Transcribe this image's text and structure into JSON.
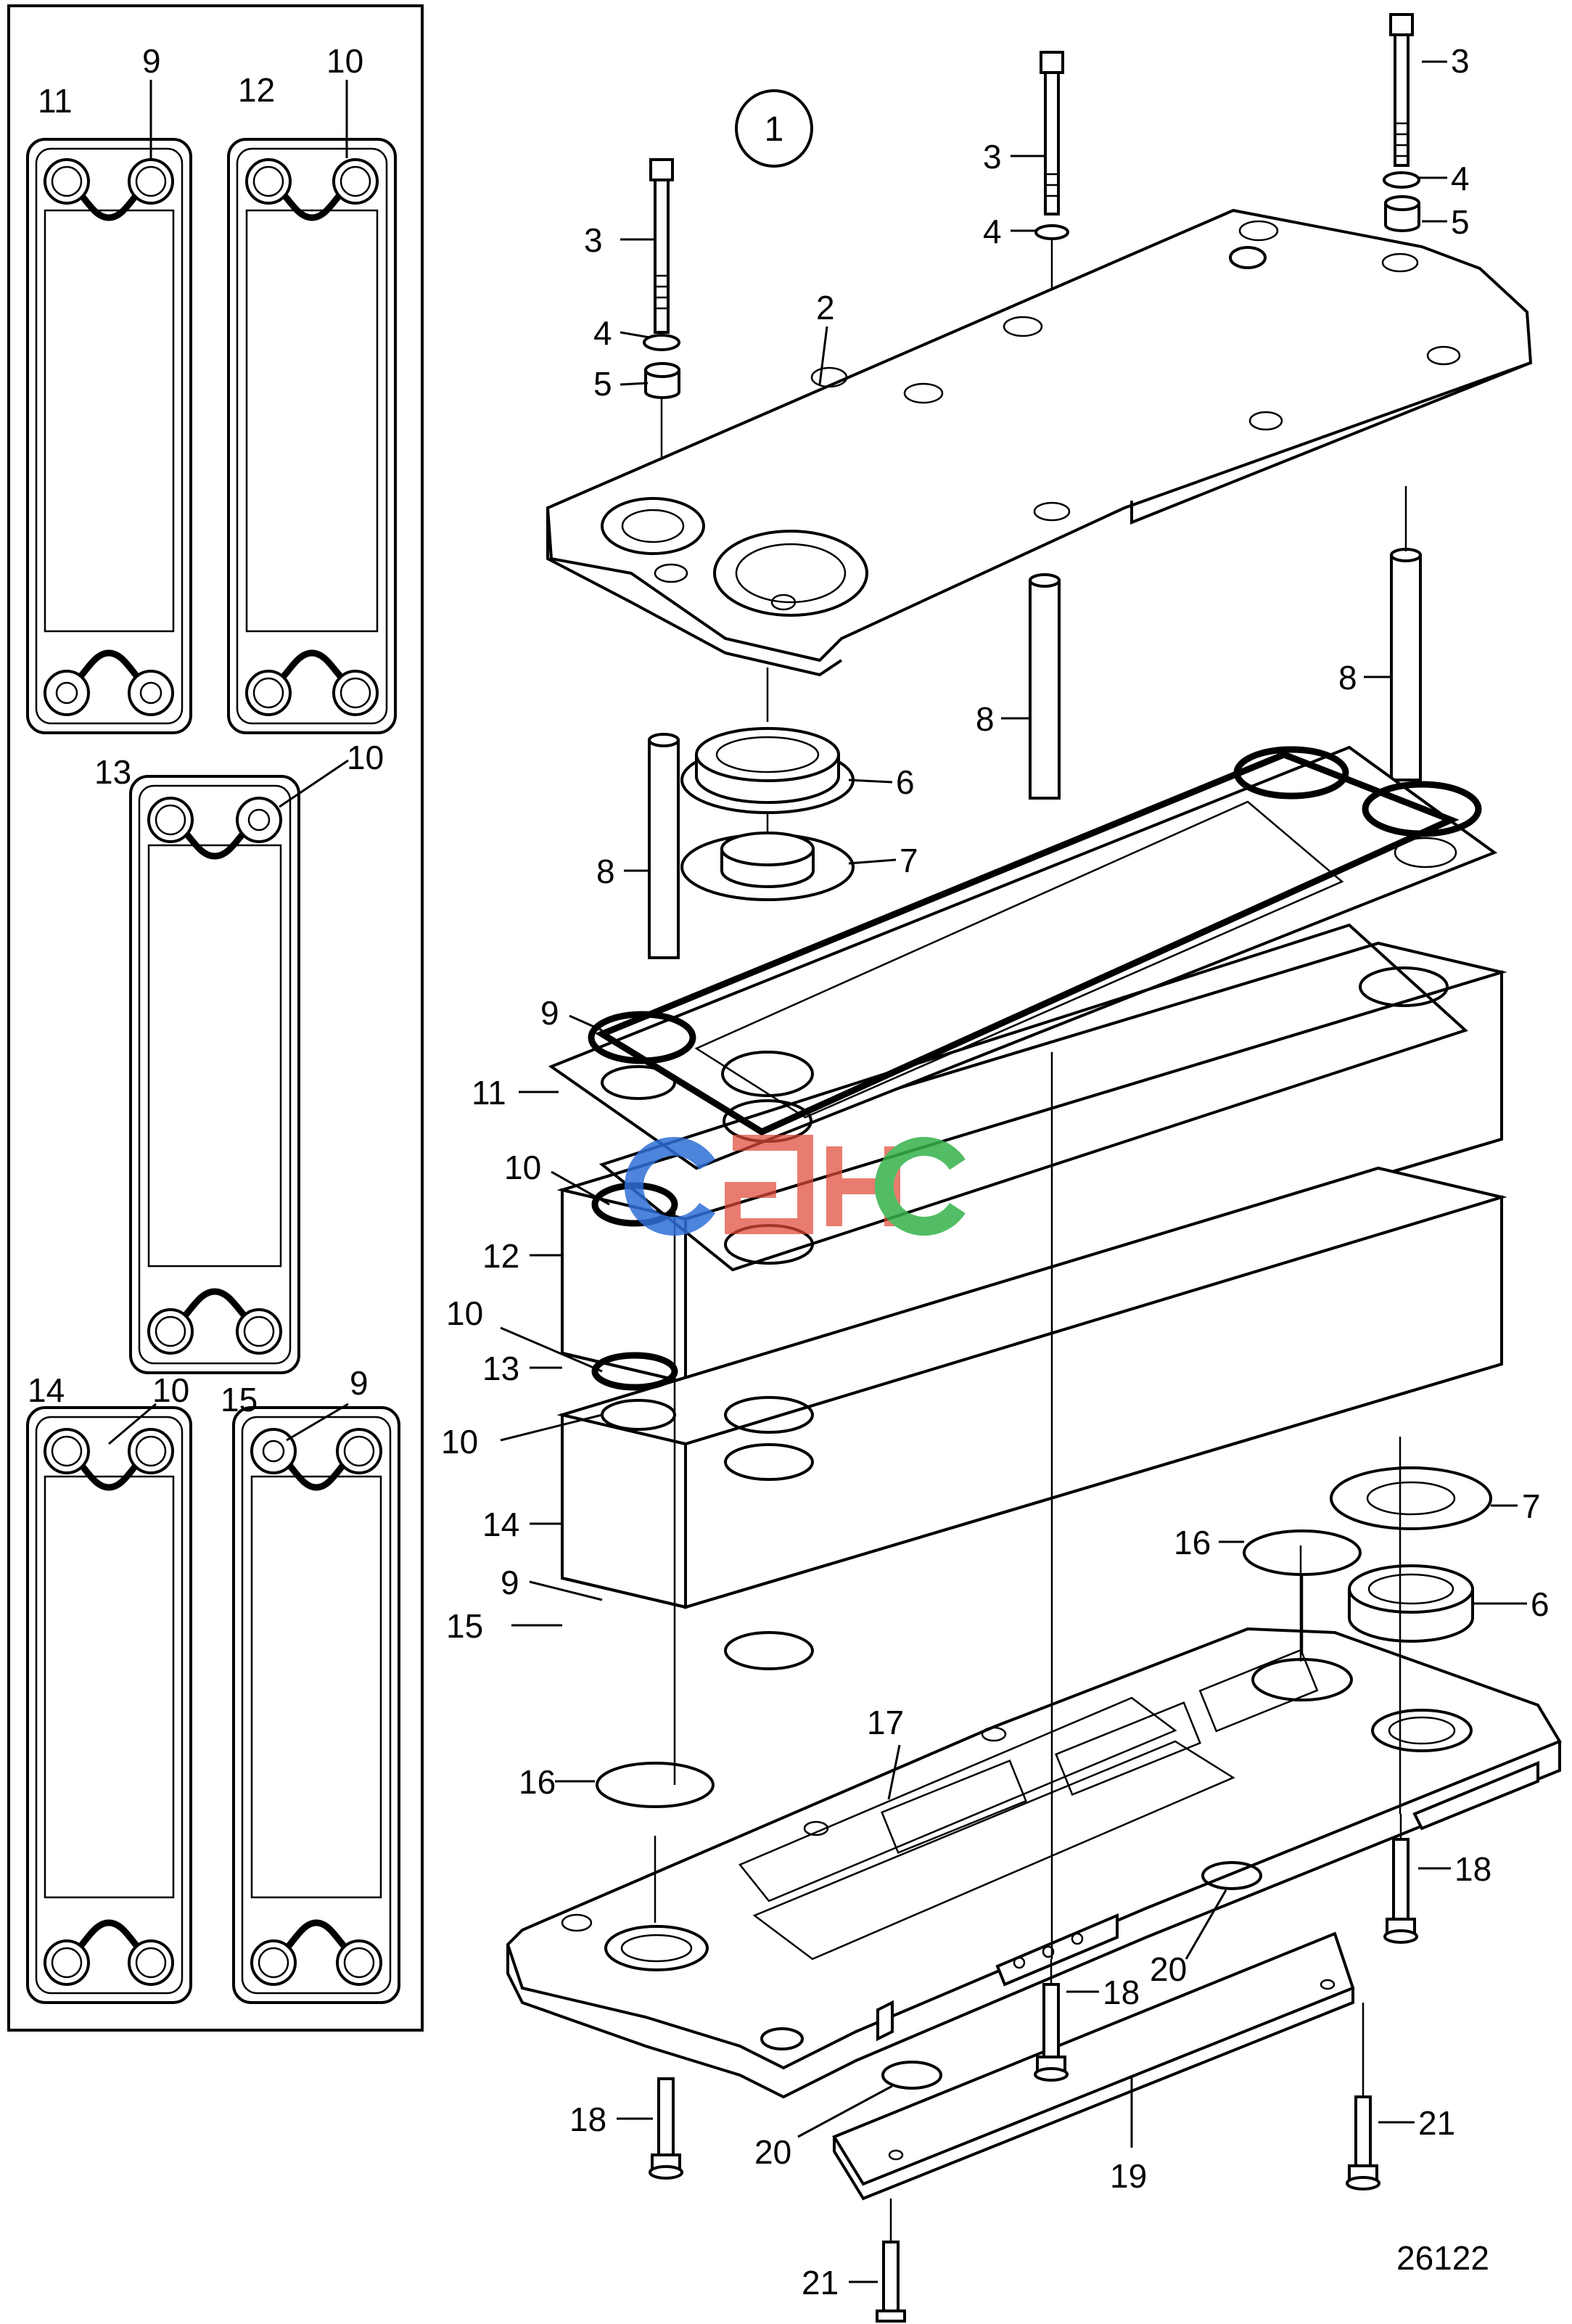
{
  "diagram": {
    "view_badge": "1",
    "drawing_number": "26122",
    "watermark": "GHC",
    "colors": {
      "line": "#000000",
      "watermark_blue": "#2f6fd6",
      "watermark_red": "#e04a3a",
      "watermark_green": "#35b24a"
    },
    "inset_labels": [
      {
        "id": "inset-label-11-a",
        "text": "11"
      },
      {
        "id": "inset-label-9-a",
        "text": "9"
      },
      {
        "id": "inset-label-12",
        "text": "12"
      },
      {
        "id": "inset-label-10-a",
        "text": "10"
      },
      {
        "id": "inset-label-13",
        "text": "13"
      },
      {
        "id": "inset-label-10-b",
        "text": "10"
      },
      {
        "id": "inset-label-14",
        "text": "14"
      },
      {
        "id": "inset-label-10-c",
        "text": "10"
      },
      {
        "id": "inset-label-15",
        "text": "15"
      },
      {
        "id": "inset-label-9-b",
        "text": "9"
      }
    ],
    "callouts": [
      {
        "id": "callout-3-left",
        "text": "3"
      },
      {
        "id": "callout-3-mid",
        "text": "3"
      },
      {
        "id": "callout-3-right",
        "text": "3"
      },
      {
        "id": "callout-2",
        "text": "2"
      },
      {
        "id": "callout-4-left",
        "text": "4"
      },
      {
        "id": "callout-4-mid",
        "text": "4"
      },
      {
        "id": "callout-4-right",
        "text": "4"
      },
      {
        "id": "callout-5-left",
        "text": "5"
      },
      {
        "id": "callout-5-right",
        "text": "5"
      },
      {
        "id": "callout-6-upper",
        "text": "6"
      },
      {
        "id": "callout-7-upper",
        "text": "7"
      },
      {
        "id": "callout-8-left",
        "text": "8"
      },
      {
        "id": "callout-8-mid",
        "text": "8"
      },
      {
        "id": "callout-8-right",
        "text": "8"
      },
      {
        "id": "callout-9-upper",
        "text": "9"
      },
      {
        "id": "callout-11",
        "text": "11"
      },
      {
        "id": "callout-10-a",
        "text": "10"
      },
      {
        "id": "callout-12",
        "text": "12"
      },
      {
        "id": "callout-10-b",
        "text": "10"
      },
      {
        "id": "callout-13",
        "text": "13"
      },
      {
        "id": "callout-10-c",
        "text": "10"
      },
      {
        "id": "callout-14",
        "text": "14"
      },
      {
        "id": "callout-9-lower",
        "text": "9"
      },
      {
        "id": "callout-15",
        "text": "15"
      },
      {
        "id": "callout-7-lower",
        "text": "7"
      },
      {
        "id": "callout-16-right",
        "text": "16"
      },
      {
        "id": "callout-6-lower",
        "text": "6"
      },
      {
        "id": "callout-17",
        "text": "17"
      },
      {
        "id": "callout-16-left",
        "text": "16"
      },
      {
        "id": "callout-18-right",
        "text": "18"
      },
      {
        "id": "callout-18-mid",
        "text": "18"
      },
      {
        "id": "callout-20-right",
        "text": "20"
      },
      {
        "id": "callout-18-left",
        "text": "18"
      },
      {
        "id": "callout-20-left",
        "text": "20"
      },
      {
        "id": "callout-21-right",
        "text": "21"
      },
      {
        "id": "callout-19",
        "text": "19"
      },
      {
        "id": "callout-21-left",
        "text": "21"
      }
    ]
  }
}
